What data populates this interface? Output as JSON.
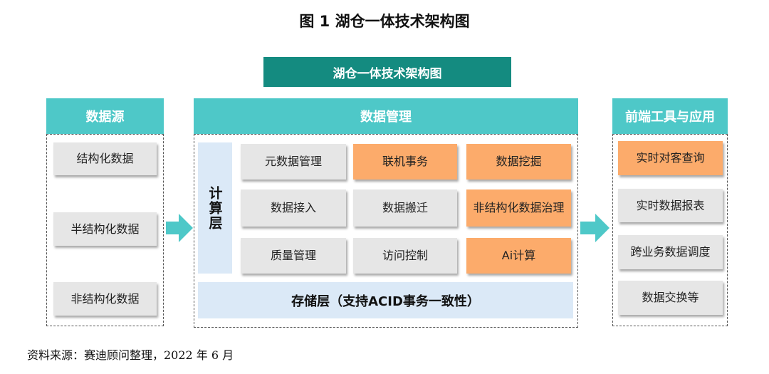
{
  "title": "图 1 湖仓一体技术架构图",
  "banner": "湖仓一体技术架构图",
  "sources": {
    "header": "数据源",
    "items": [
      "结构化数据",
      "半结构化数据",
      "非结构化数据"
    ]
  },
  "management": {
    "header": "数据管理",
    "compute_layer": "计算层",
    "cells": [
      "元数据管理",
      "联机事务",
      "数据挖掘",
      "数据接入",
      "数据搬迁",
      "非结构化数据治理",
      "质量管理",
      "访问控制",
      "Ai计算"
    ],
    "storage_layer": "存储层（支持ACID事务一致性）"
  },
  "frontend": {
    "header": "前端工具与应用",
    "items": [
      "实时对客查询",
      "实时数据报表",
      "跨业务数据调度",
      "数据交换等"
    ]
  },
  "caption": "资料来源：赛迪顾问整理，2022 年 6 月",
  "colors": {
    "teal": "#4ec8c8",
    "dark_teal": "#148b80",
    "orange": "#fcab6b",
    "gray": "#e6e6e6",
    "light_blue": "#dbe9f7"
  }
}
